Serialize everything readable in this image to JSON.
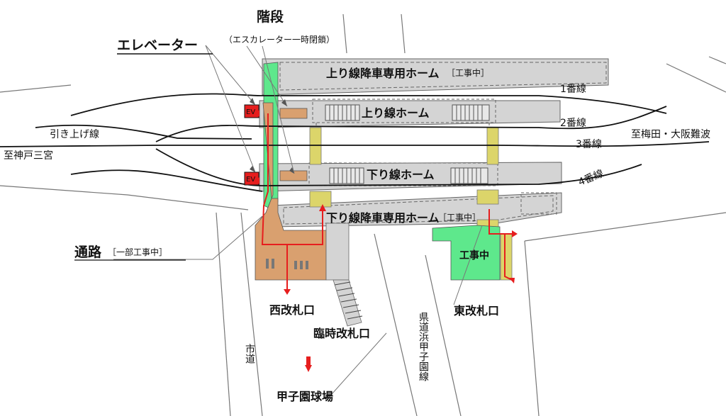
{
  "title_stairs": "階段",
  "title_stairs_note": "（エスカレーター一時閉鎖）",
  "title_elevator": "エレベーター",
  "title_passage": "通路",
  "title_passage_note": "［一部工事中］",
  "platforms": {
    "up_alight": "上り線降車専用ホーム",
    "up_alight_note": "［工事中］",
    "up": "上り線ホーム",
    "down": "下り線ホーム",
    "down_alight": "下り線降車専用ホーム",
    "down_alight_note": "［工事中］"
  },
  "tracks": {
    "t1": "1番線",
    "t2": "2番線",
    "t3": "3番線",
    "t4": "4番線",
    "siding": "引き上げ線"
  },
  "directions": {
    "kobe": "至神戸三宮",
    "umeda": "至梅田・大阪難波"
  },
  "gates": {
    "west": "西改札口",
    "temp": "臨時改札口",
    "east": "東改札口"
  },
  "construction": "工事中",
  "roads": {
    "city": "市道",
    "pref": "県道浜甲子園線"
  },
  "destination": "甲子園球場",
  "ev_label": "EV",
  "colors": {
    "platform": "#d4d4d4",
    "passage": "#d9a06f",
    "green": "#5ee88c",
    "yellow": "#dcd56a",
    "red": "#e61e1e"
  }
}
